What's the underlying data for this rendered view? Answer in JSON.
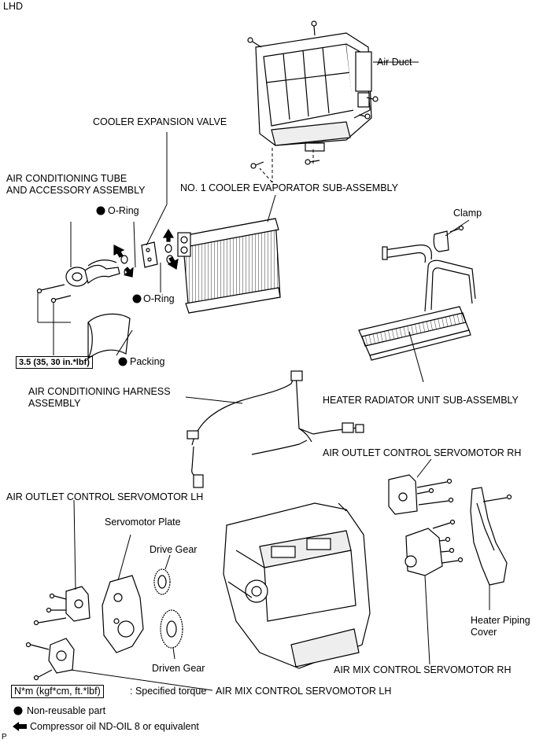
{
  "header": {
    "corner_tag": "LHD",
    "footer_tag": "P"
  },
  "labels": {
    "air_duct": "Air Duct",
    "cooler_expansion_valve": "COOLER EXPANSION VALVE",
    "ac_tube": "AIR CONDITIONING TUBE\nAND ACCESSORY ASSEMBLY",
    "evaporator": "NO. 1 COOLER EVAPORATOR SUB-ASSEMBLY",
    "clamp": "Clamp",
    "oring_top": "O-Ring",
    "oring_bottom": "O-Ring",
    "packing": "Packing",
    "torque_value": "3.5 (35, 30 in.*lbf)",
    "ac_harness": "AIR CONDITIONING HARNESS\nASSEMBLY",
    "heater_radiator": "HEATER RADIATOR UNIT SUB-ASSEMBLY",
    "outlet_servo_rh": "AIR OUTLET CONTROL SERVOMOTOR RH",
    "outlet_servo_lh": "AIR OUTLET CONTROL SERVOMOTOR LH",
    "servomotor_plate": "Servomotor Plate",
    "drive_gear": "Drive Gear",
    "driven_gear": "Driven Gear",
    "heater_piping_cover": "Heater Piping\nCover",
    "mix_servo_rh": "AIR MIX CONTROL SERVOMOTOR RH",
    "mix_servo_lh": "AIR MIX CONTROL SERVOMOTOR LH"
  },
  "legend": {
    "torque_box": "N*m (kgf*cm, ft.*lbf)",
    "torque_desc": ": Specified torque",
    "non_reusable": "Non-reusable part",
    "compressor_oil": "Compressor oil ND-OIL 8 or equivalent"
  },
  "colors": {
    "line": "#000000",
    "part_fill": "#ffffff",
    "shade": "#d9d9d9"
  }
}
